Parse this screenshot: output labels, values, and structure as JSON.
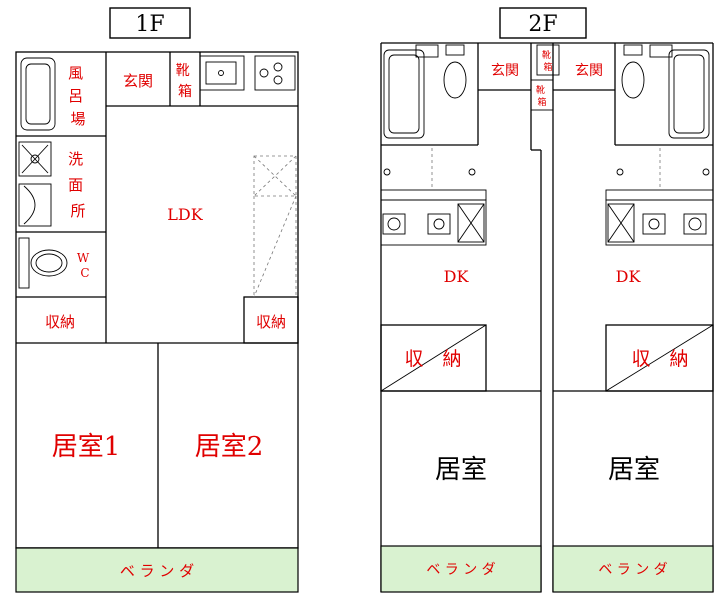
{
  "floor_1": {
    "label": "1F",
    "rooms": {
      "bath": [
        "風",
        "呂",
        "場"
      ],
      "washroom": [
        "洗",
        "面",
        "所"
      ],
      "wc": [
        "W",
        "C"
      ],
      "storage_left": "収納",
      "entrance": "玄関",
      "shoe_box": [
        "靴",
        "箱"
      ],
      "ldk": "LDK",
      "storage_right": "収納",
      "room1": "居室1",
      "room2": "居室2",
      "veranda": "ベ ラ ン ダ"
    }
  },
  "floor_2": {
    "label": "2F",
    "units": [
      {
        "entrance": "玄関",
        "dk": "DK",
        "storage": "収　納",
        "room": "居室",
        "veranda": "ベ ラ ン ダ"
      },
      {
        "entrance": "玄関",
        "dk": "DK",
        "storage": "収　納",
        "room": "居室",
        "veranda": "ベ ラ ン ダ"
      }
    ],
    "shoe_boxes": [
      [
        "靴",
        "箱"
      ],
      [
        "靴",
        "箱"
      ]
    ]
  },
  "colors": {
    "label_red": "#e00000",
    "veranda_fill": "#d9f2d0"
  }
}
